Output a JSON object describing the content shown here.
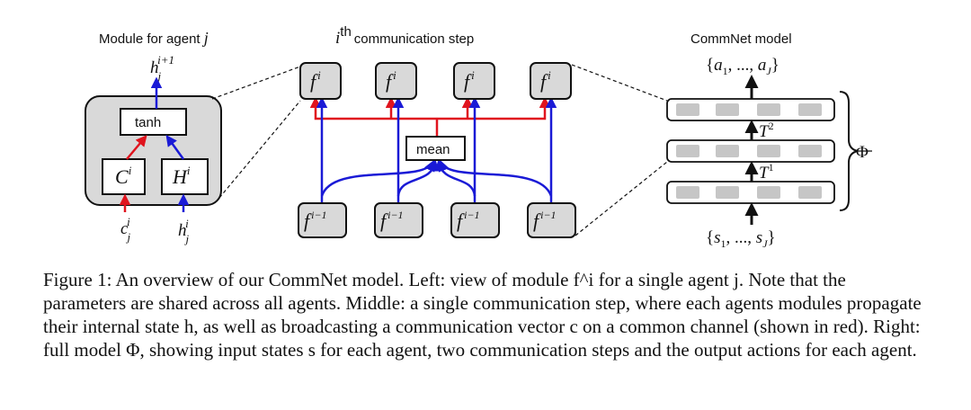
{
  "left_panel": {
    "title": "Module for agent j",
    "output_label": "h_j^{i+1}",
    "tanh_label": "tanh",
    "c_box": "C^i",
    "h_box": "H^i",
    "input_c": "c_j^i",
    "input_h": "h_j^i"
  },
  "middle_panel": {
    "title_sup": "th",
    "title_text": "communication step",
    "f_top": "f^i",
    "f_bottom": "f^{i-1}",
    "mean_label": "mean"
  },
  "right_panel": {
    "title": "CommNet model",
    "output_label": "{a_1, ..., a_J}",
    "input_label": "{s_1, ..., s_J}",
    "t2_label": "T^2",
    "t1_label": "T^1",
    "phi_label": "Φ"
  },
  "colors": {
    "red": "#e0141e",
    "blue": "#1a1ad6",
    "box_fill": "#d9d9d9",
    "inner_gray": "#c6c6c6"
  },
  "caption": "Figure 1: An overview of our CommNet model. Left: view of module f^i for a single agent j. Note that the parameters are shared across all agents. Middle: a single communication step, where each agents modules propagate their internal state h, as well as broadcasting a communication vector c on a common channel (shown in red). Right: full model Φ, showing input states s for each agent, two communication steps and the output actions for each agent."
}
